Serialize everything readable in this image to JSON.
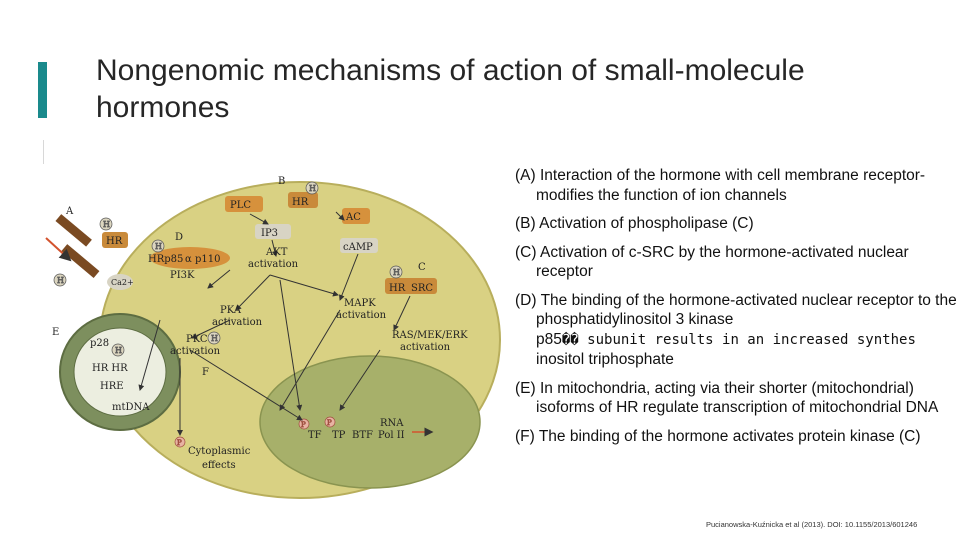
{
  "slide": {
    "title": "Nongenomic mechanisms of action of small-molecule hormones",
    "accent_color": "#1a8a8c",
    "citation": "Pucianowska-Kuźnicka et al (2013). DOI: 10.1155/2013/601246"
  },
  "bullets": [
    {
      "label": "(A)",
      "text": "Interaction of the hormone with cell membrane receptor- modifies the function of ion channels"
    },
    {
      "label": "(B)",
      "text": "Activation of phospholipase (C)"
    },
    {
      "label": "(C)",
      "text": "Activation of c-SRC by the hormone-activated nuclear receptor"
    },
    {
      "label": "(D)",
      "text": "The binding of the hormone-activated nuclear receptor to the phosphatidylinositol 3 kinase p85",
      "tail": "�� subunit results in an increased synthes",
      "text2": "inositol triphosphate"
    },
    {
      "label": "(E)",
      "text": "In mitochondria, acting via their shorter (mitochondrial) isoforms of HR regulate transcription of mitochondrial DNA"
    },
    {
      "label": "(F)",
      "text": "The binding of the hormone activates protein kinase (C)"
    }
  ],
  "diagram": {
    "colors": {
      "cell": "#d9d183",
      "nucleus": "#a7b06a",
      "hormone": "#d8d4c4",
      "receptor": "#c98a3a",
      "mito": "#7d8f5e"
    },
    "panel_letters": [
      "A",
      "B",
      "C",
      "D",
      "E",
      "F"
    ],
    "labels": {
      "plc": "PLC",
      "hr": "HR",
      "ac": "AC",
      "ip3": "IP3",
      "camp": "cAMP",
      "hrp85": "HRp85",
      "alpha": "α",
      "p110": "p110",
      "pi3k": "PI3K",
      "akt1": "AKT",
      "akt2": "activation",
      "ca": "Ca2+",
      "hrsrc": "HR",
      "src": "SRC",
      "pka1": "PKA",
      "pka2": "activation",
      "mapk1": "MAPK",
      "mapk2": "activation",
      "pkc1": "PKC",
      "pkc2": "activation",
      "ras1": "RAS/MEK/ERK",
      "ras2": "activation",
      "p28": "p28",
      "hrhr": "HR HR",
      "hre": "HRE",
      "mtdna": "mtDNA",
      "cyto1": "Cytoplasmic",
      "cyto2": "effects",
      "tf": "TF",
      "tp": "TP",
      "btf": "BTF",
      "rna1": "RNA",
      "rna2": "Pol II",
      "h": "H",
      "p": "P"
    }
  }
}
